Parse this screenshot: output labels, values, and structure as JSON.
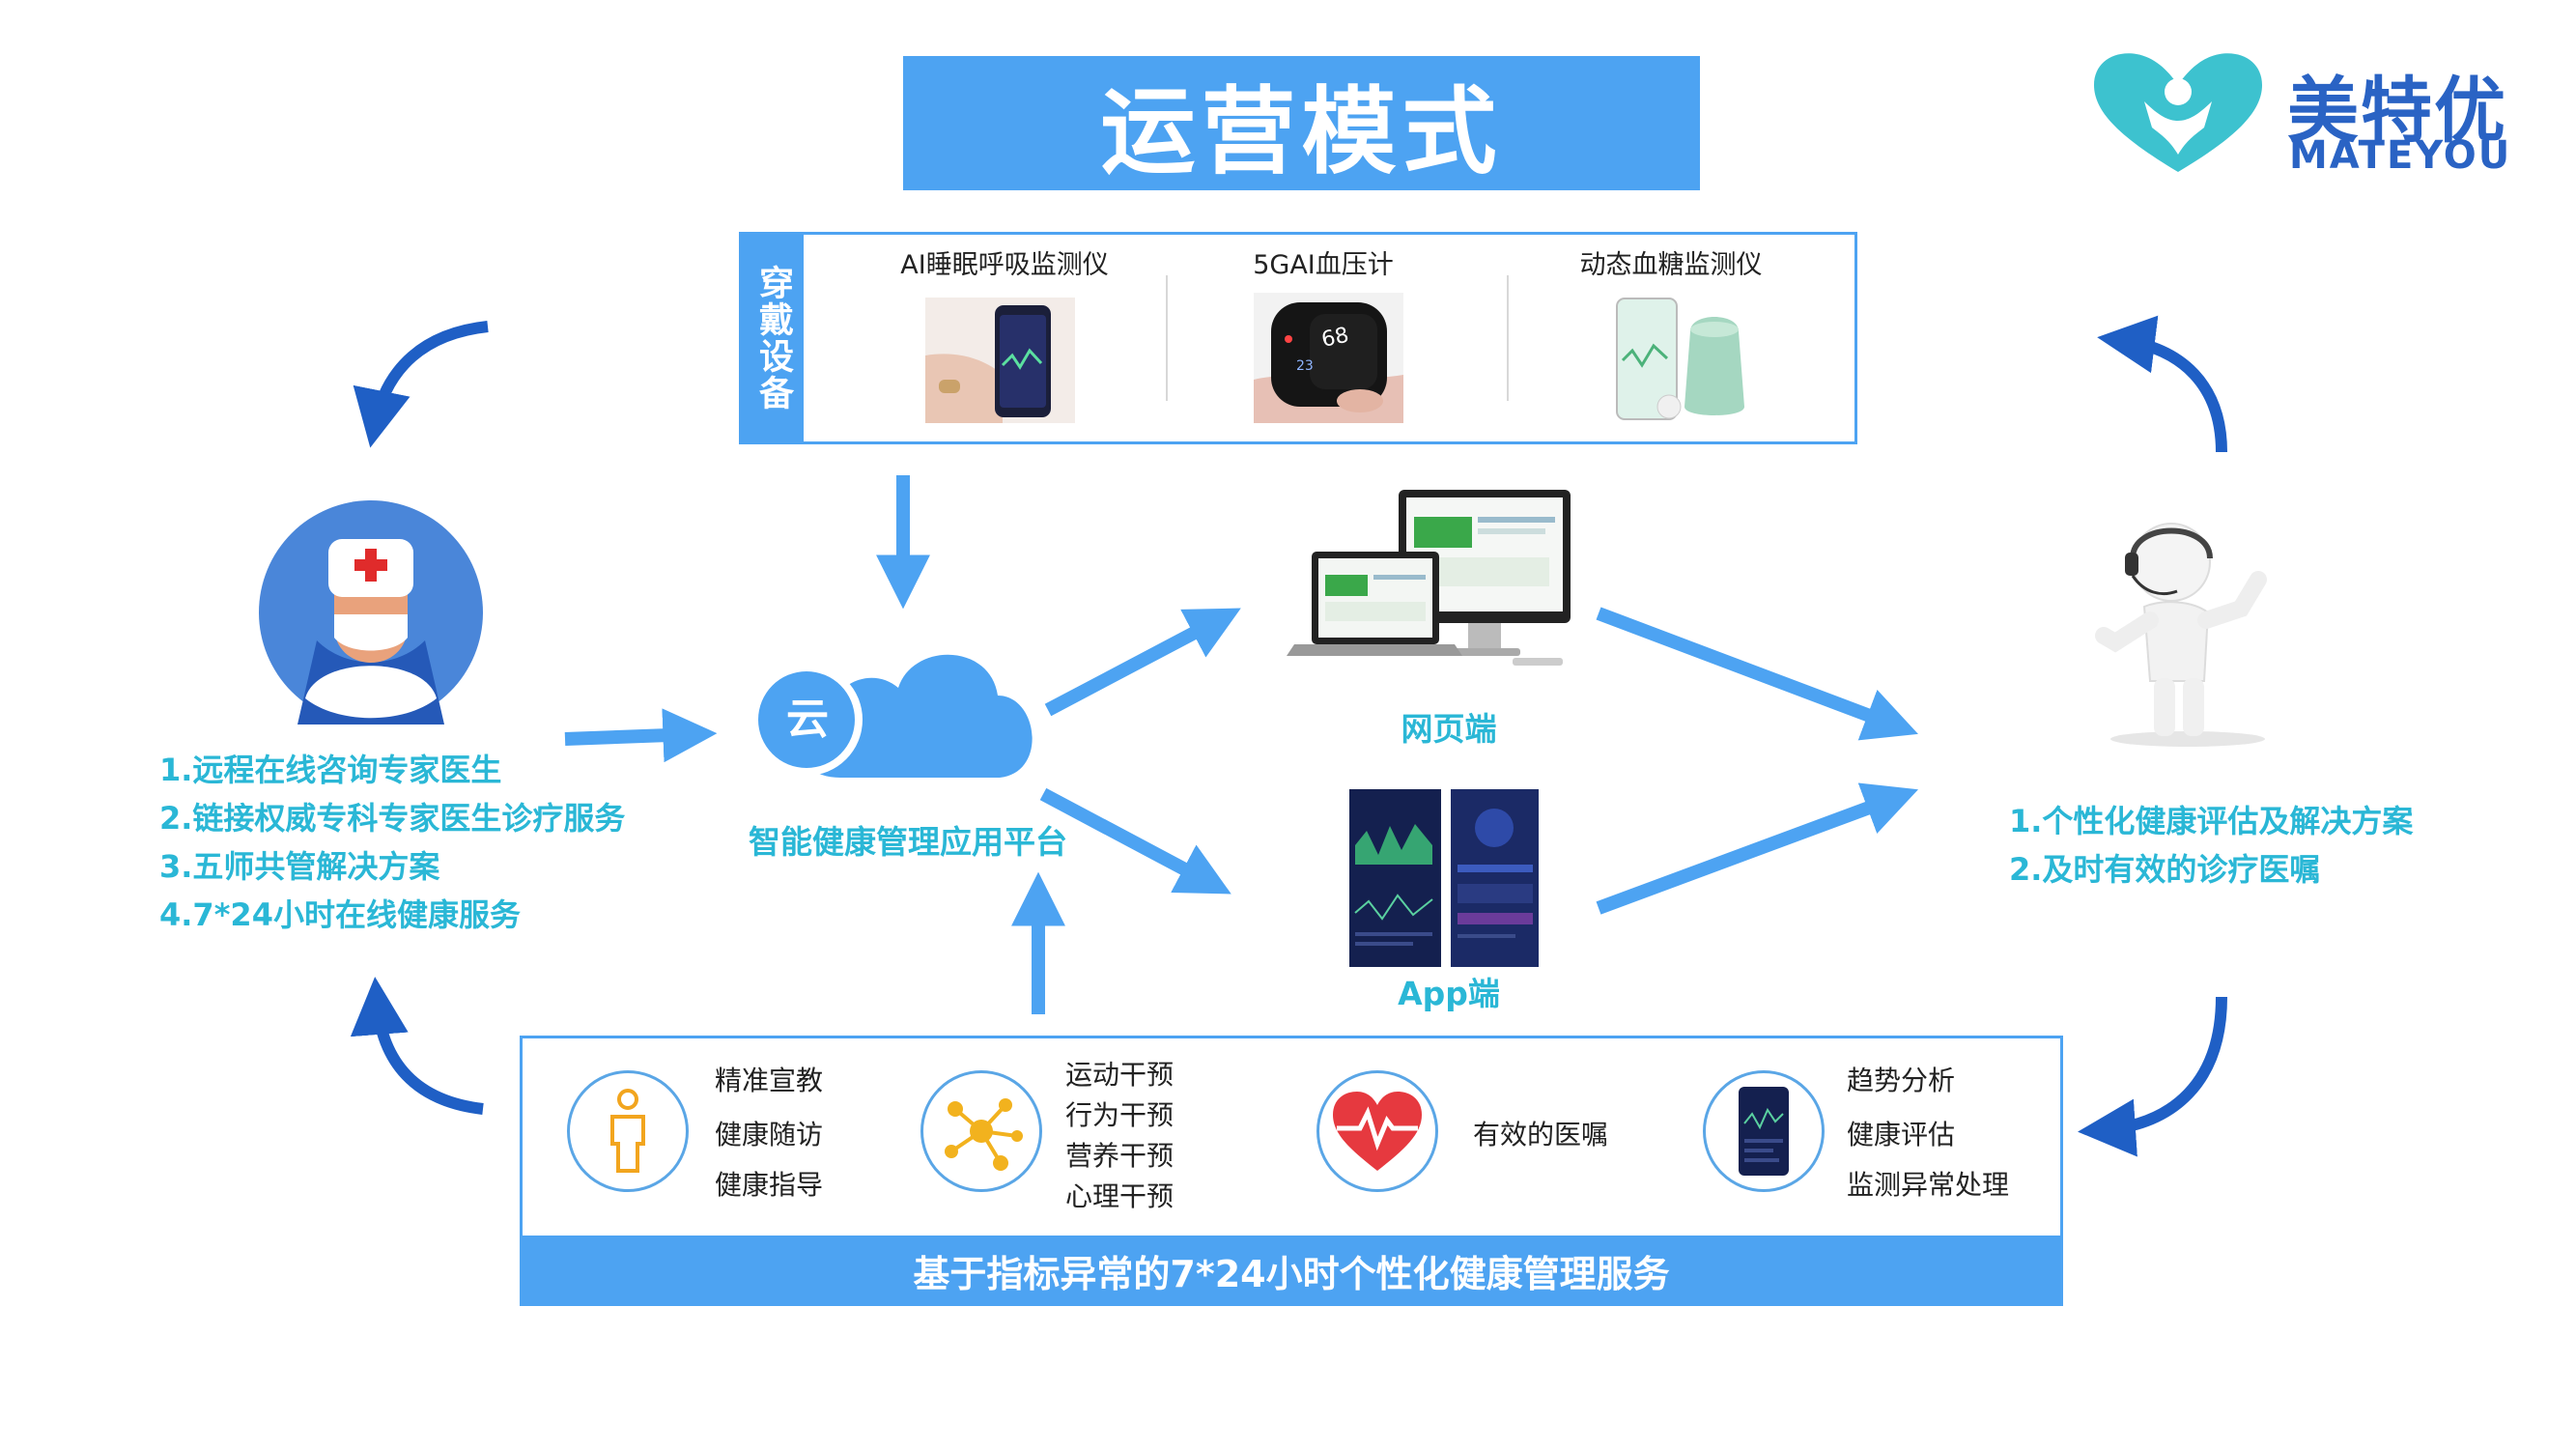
{
  "title": "运营模式",
  "logo": {
    "cn": "美特优",
    "en": "MATEYOU",
    "color": "#2a63c4",
    "icon": "heart-person-icon"
  },
  "wearable": {
    "section_label": "穿戴设备",
    "devices": [
      {
        "name": "AI睡眠呼吸监测仪",
        "image": "sleep-ring-phone-image"
      },
      {
        "name": "5GAI血压计",
        "image": "blood-pressure-monitor-image"
      },
      {
        "name": "动态血糖监测仪",
        "image": "glucose-monitor-image"
      }
    ]
  },
  "platform": {
    "cloud_char": "云",
    "label": "智能健康管理应用平台"
  },
  "web": {
    "label": "网页端"
  },
  "app": {
    "label": "App端"
  },
  "doctor": {
    "icon": "doctor-avatar-icon",
    "items": [
      "1.远程在线咨询专家医生",
      "2.链接权威专科专家医生诊疗服务",
      "3.五师共管解决方案",
      "4.7*24小时在线健康服务"
    ]
  },
  "service_agent": {
    "icon": "headset-person-icon",
    "items": [
      "1.个性化健康评估及解决方案",
      "2.及时有效的诊疗医嘱"
    ]
  },
  "services": {
    "bar_label": "基于指标异常的7*24小时个性化健康管理服务",
    "groups": [
      {
        "icon": "person-icon",
        "items": [
          "精准宣教",
          "健康随访",
          "健康指导"
        ]
      },
      {
        "icon": "network-nodes-icon",
        "items": [
          "运动干预",
          "行为干预",
          "营养干预",
          "心理干预"
        ]
      },
      {
        "icon": "heartbeat-icon",
        "items": [
          "有效的医嘱"
        ]
      },
      {
        "icon": "phone-app-icon",
        "items": [
          "趋势分析",
          "健康评估",
          "监测异常处理"
        ]
      }
    ]
  },
  "colors": {
    "accent": "#4da3f2",
    "arrow_dark": "#1f5fc5",
    "text_cyan": "#2ab7d6"
  }
}
